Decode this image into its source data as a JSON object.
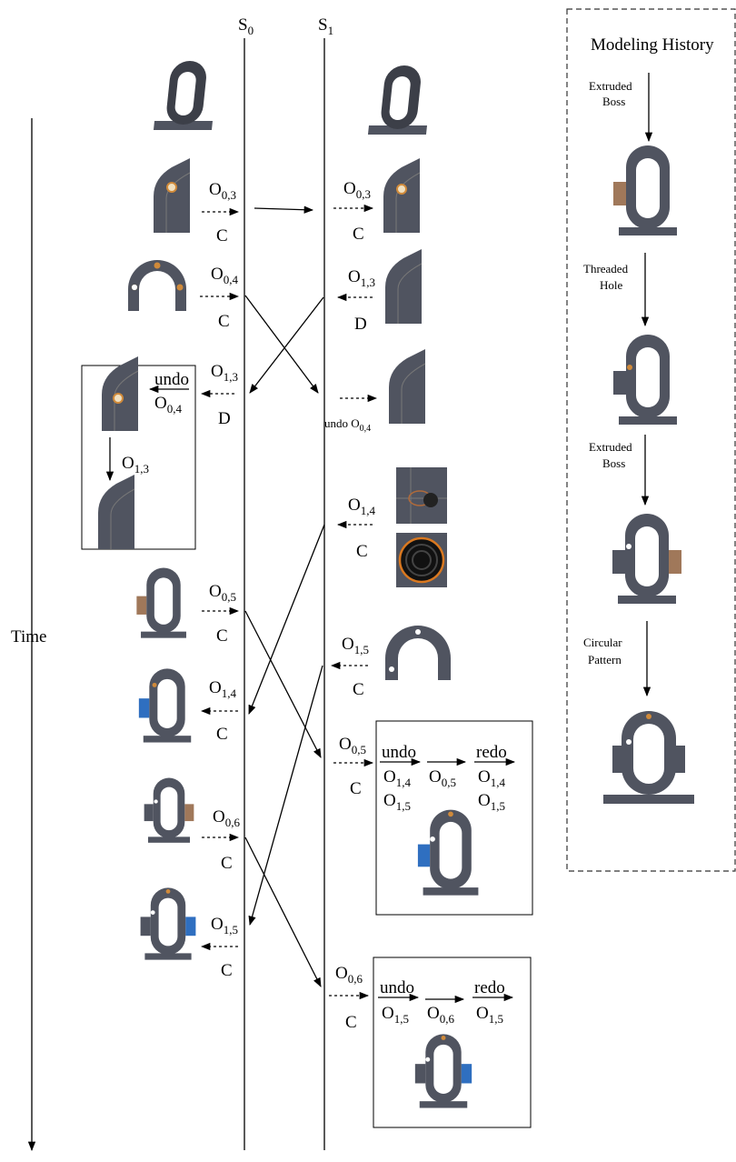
{
  "sites": {
    "s0_main": "S",
    "s0_sub": "0",
    "s1_main": "S",
    "s1_sub": "1"
  },
  "time_label": "Time",
  "history": {
    "title": "Modeling History",
    "steps": [
      {
        "line1": "Extruded",
        "line2": "Boss"
      },
      {
        "line1": "Threaded",
        "line2": "Hole"
      },
      {
        "line1": "Extruded",
        "line2": "Boss"
      },
      {
        "line1": "Circular",
        "line2": "Pattern"
      }
    ]
  },
  "ops": [
    {
      "op": "O",
      "sub": "0,3",
      "type": "C"
    },
    {
      "op": "O",
      "sub": "0,3",
      "type": "C"
    },
    {
      "op": "O",
      "sub": "0,4",
      "type": "C"
    },
    {
      "op": "O",
      "sub": "1,3",
      "type": "D"
    },
    {
      "op": "O",
      "sub": "1,3",
      "type": "D"
    },
    {
      "op": "O",
      "sub": "1,4",
      "type": "C"
    },
    {
      "op": "O",
      "sub": "0,5",
      "type": "C"
    },
    {
      "op": "O",
      "sub": "1,5",
      "type": "C"
    },
    {
      "op": "O",
      "sub": "1,4",
      "type": "C"
    },
    {
      "op": "O",
      "sub": "0,5",
      "type": "C"
    },
    {
      "op": "O",
      "sub": "0,6",
      "type": "C"
    },
    {
      "op": "O",
      "sub": "1,5",
      "type": "C"
    },
    {
      "op": "O",
      "sub": "0,6",
      "type": "C"
    }
  ],
  "undo_label": "undo",
  "redo_label": "redo",
  "undo_inline": {
    "text": "undo O",
    "sub": "0,4"
  },
  "box_left": {
    "undo_op": "O",
    "undo_sub": "0,4",
    "step_op": "O",
    "step_sub": "1,3"
  },
  "box_mid": {
    "undo_ops": [
      {
        "op": "O",
        "sub": "1,4"
      },
      {
        "op": "O",
        "sub": "1,5"
      }
    ],
    "mid_op": {
      "op": "O",
      "sub": "0,5"
    },
    "redo_ops": [
      {
        "op": "O",
        "sub": "1,4"
      },
      {
        "op": "O",
        "sub": "1,5"
      }
    ]
  },
  "box_bot": {
    "undo_op": {
      "op": "O",
      "sub": "1,5"
    },
    "mid_op": {
      "op": "O",
      "sub": "0,6"
    },
    "redo_op": {
      "op": "O",
      "sub": "1,5"
    }
  }
}
